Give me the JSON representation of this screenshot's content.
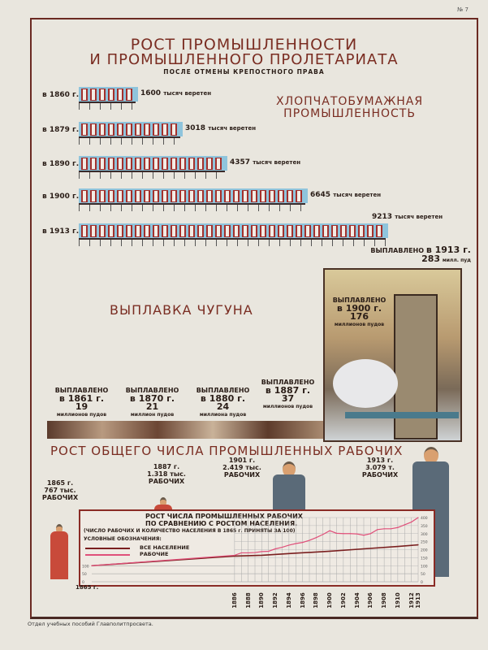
{
  "sheet_number": "№ 7",
  "title": {
    "line1": "РОСТ ПРОМЫШЛЕННОСТИ",
    "line2": "И ПРОМЫШЛЕННОГО ПРОЛЕТАРИАТА",
    "subtitle": "ПОСЛЕ ОТМЕНЫ КРЕПОСТНОГО ПРАВА"
  },
  "cotton": {
    "heading1": "ХЛОПЧАТОБУМАЖНАЯ",
    "heading2": "ПРОМЫШЛЕННОСТЬ",
    "unit": "тысяч веретен",
    "rows": [
      {
        "year": "в 1860 г.",
        "value": "1600",
        "n": 1600
      },
      {
        "year": "в 1879 г.",
        "value": "3018",
        "n": 3018
      },
      {
        "year": "в 1890 г.",
        "value": "4357",
        "n": 4357
      },
      {
        "year": "в 1900 г.",
        "value": "6645",
        "n": 6645
      },
      {
        "year": "в 1913 г.",
        "value": "9213",
        "n": 9213
      }
    ]
  },
  "iron": {
    "heading": "ВЫПЛАВКА ЧУГУНА",
    "items": [
      {
        "label": "ВЫПЛАВЛЕНО",
        "year": "в 1861 г.",
        "value": "19",
        "unit": "миллионов пудов"
      },
      {
        "label": "ВЫПЛАВЛЕНО",
        "year": "в 1870 г.",
        "value": "21",
        "unit": "миллион пудов"
      },
      {
        "label": "ВЫПЛАВЛЕНО",
        "year": "в 1880 г.",
        "value": "24",
        "unit": "миллиона пудов"
      },
      {
        "label": "ВЫПЛАВЛЕНО",
        "year": "в 1887 г.",
        "value": "37",
        "unit": "миллионов пудов"
      },
      {
        "label": "ВЫПЛАВЛЕНО",
        "year": "в 1900 г.",
        "value": "176",
        "unit": "миллионов пудов"
      }
    ],
    "final": {
      "label": "ВЫПЛАВЛЕНО",
      "year": "в 1913 г.",
      "value": "283",
      "unit": "милл. пуд"
    }
  },
  "workers": {
    "heading": "РОСТ ОБЩЕГО ЧИСЛА ПРОМЫШЛЕННЫХ РАБОЧИХ",
    "items": [
      {
        "year": "1865 г.",
        "value": "767 тыс.",
        "unit": "РАБОЧИХ"
      },
      {
        "year": "1887 г.",
        "value": "1.318 тыс.",
        "unit": "РАБОЧИХ"
      },
      {
        "year": "1901 г.",
        "value": "2.419 тыс.",
        "unit": "РАБОЧИХ"
      },
      {
        "year": "1913 г.",
        "value": "3.079 т.",
        "unit": "РАБОЧИХ"
      }
    ]
  },
  "chart_data": {
    "type": "line",
    "title": "РОСТ ЧИСЛА ПРОМЫШЛЕННЫХ РАБОЧИХ",
    "subtitle": "ПО СРАВНЕНИЮ С РОСТОМ НАСЕЛЕНИЯ.",
    "note": "(ЧИСЛО РАБОЧИХ И КОЛИЧЕСТВО НАСЕЛЕНИЯ В 1865 г. ПРИНЯТЫ ЗА 100)",
    "legend_title": "УСЛОВНЫЕ ОБОЗНАЧЕНИЯ:",
    "legend_placement": "top-left",
    "start_label": "1865 г.",
    "x_ticks": [
      "1886",
      "1888",
      "1890",
      "1892",
      "1894",
      "1896",
      "1898",
      "1900",
      "1902",
      "1904",
      "1906",
      "1908",
      "1910",
      "1912",
      "1913"
    ],
    "y_ticks": [
      "0",
      "50",
      "100",
      "150",
      "200",
      "250",
      "300",
      "350",
      "400"
    ],
    "ylim": [
      0,
      400
    ],
    "xlim": [
      1865,
      1913
    ],
    "series": [
      {
        "name": "ВСЕ НАСЕЛЕНИЕ",
        "color": "#7a1f1f",
        "x": [
          1865,
          1886,
          1890,
          1895,
          1900,
          1905,
          1910,
          1913
        ],
        "y": [
          100,
          160,
          165,
          178,
          190,
          205,
          220,
          230
        ]
      },
      {
        "name": "РАБОЧИЕ",
        "color": "#e0507a",
        "x": [
          1865,
          1886,
          1887,
          1888,
          1889,
          1890,
          1891,
          1892,
          1893,
          1894,
          1895,
          1896,
          1897,
          1898,
          1899,
          1900,
          1901,
          1902,
          1903,
          1904,
          1905,
          1906,
          1907,
          1908,
          1909,
          1910,
          1911,
          1912,
          1913
        ],
        "y": [
          100,
          165,
          180,
          180,
          182,
          188,
          190,
          205,
          215,
          228,
          238,
          245,
          258,
          275,
          295,
          318,
          302,
          300,
          300,
          298,
          290,
          300,
          325,
          330,
          330,
          338,
          355,
          372,
          400
        ]
      }
    ]
  },
  "footer": "Отдел учебных пособий Главполитпросвета."
}
